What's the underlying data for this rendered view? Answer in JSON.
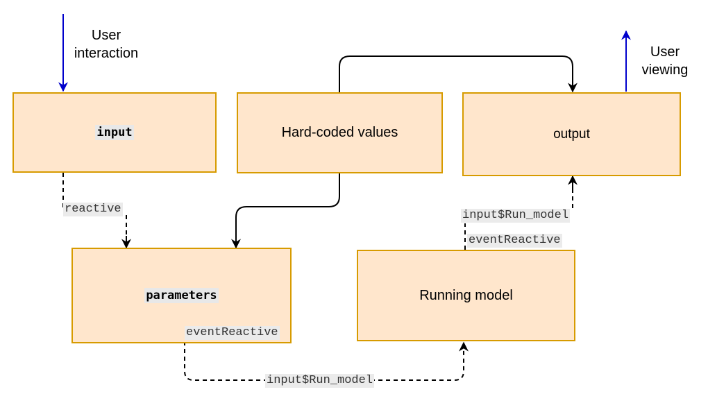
{
  "nodes": {
    "input": "input",
    "hard_coded": "Hard-coded values",
    "output": "output",
    "parameters": "parameters",
    "running_model": "Running model"
  },
  "edge_labels": {
    "input_to_parameters": "reactive",
    "parameters_to_model_event": "eventReactive",
    "parameters_to_model_trigger": "input$Run_model",
    "model_to_output_trigger": "input$Run_model",
    "model_to_output_event": "eventReactive"
  },
  "user": {
    "interaction_line1": "User",
    "interaction_line2": "interaction",
    "viewing_line1": "User",
    "viewing_line2": "viewing"
  },
  "colors": {
    "node_fill": "#ffe6cc",
    "node_border": "#d79b00",
    "user_arrow": "#0000cc",
    "edge": "#000000"
  }
}
